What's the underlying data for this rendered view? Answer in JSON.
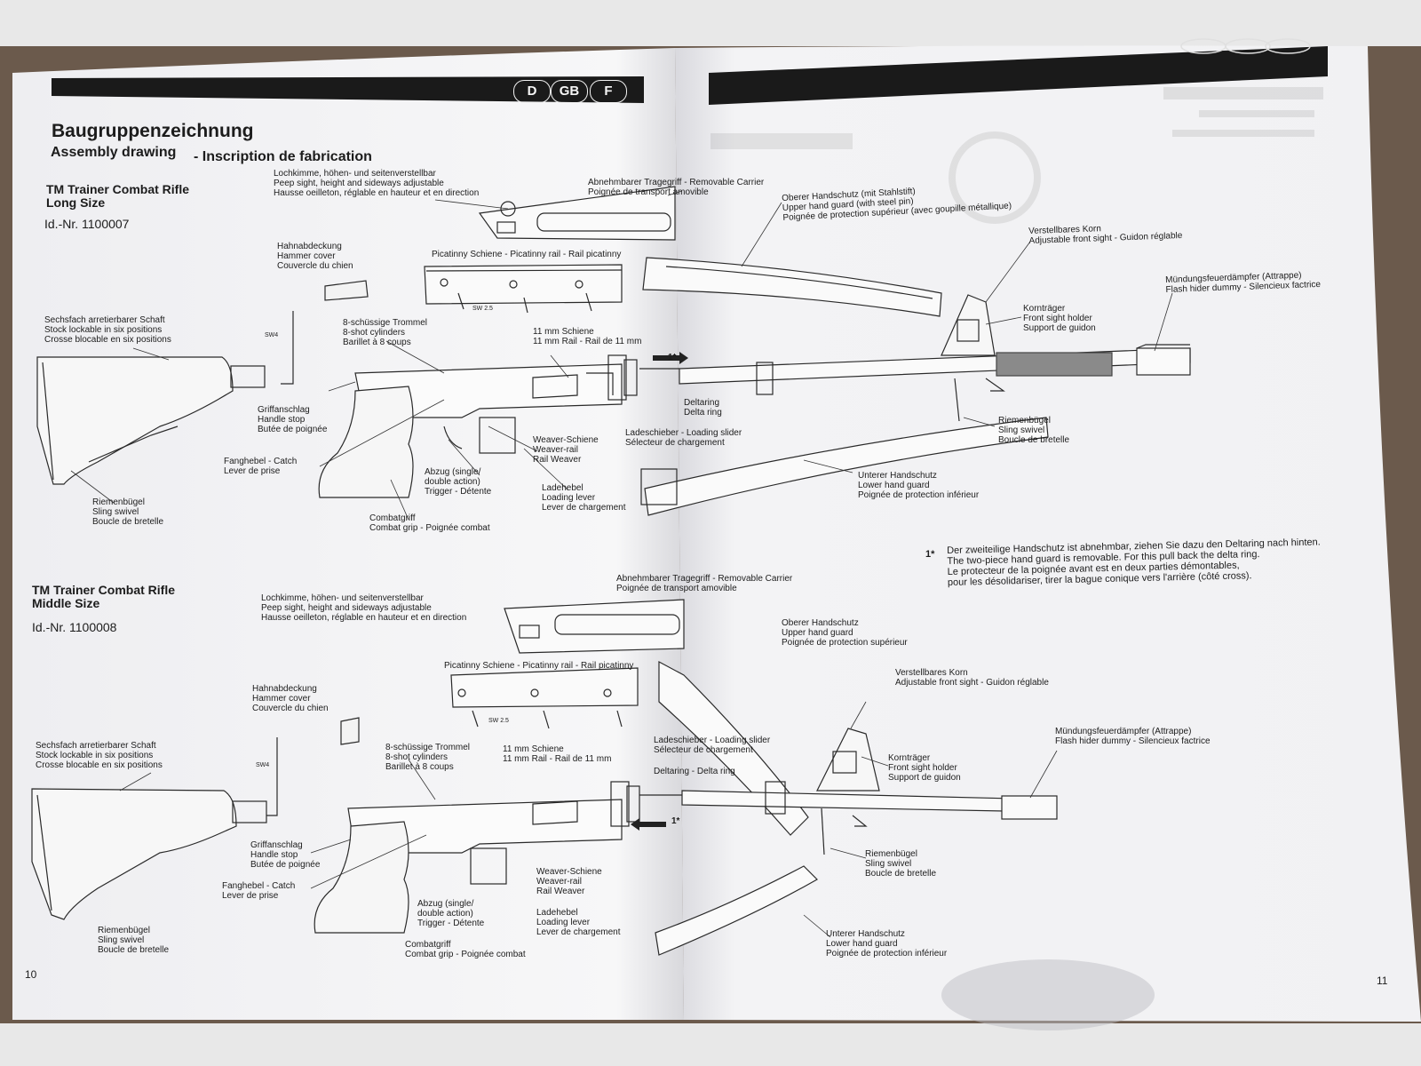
{
  "left_page": {
    "language_badges": [
      "D",
      "GB",
      "F"
    ],
    "title": "Baugruppenzeichnung",
    "subtitle_en": "Assembly drawing",
    "subtitle_fr": "- Inscription de fabrication",
    "page_number": "10",
    "long_model": {
      "name_line1": "TM Trainer Combat Rifle",
      "name_line2": "Long Size",
      "id": "Id.-Nr. 1100007"
    },
    "middle_model": {
      "name_line1": "TM Trainer Combat Rifle",
      "name_line2": "Middle Size",
      "id": "Id.-Nr. 1100008"
    }
  },
  "right_page": {
    "page_number": "11",
    "note_marker": "1*",
    "note_lines": [
      "Der zweiteilige Handschutz ist abnehmbar, ziehen Sie dazu den Deltaring nach hinten.",
      "The two-piece hand guard is removable. For this pull back the delta ring.",
      "Le protecteur de la poignée avant est en deux parties démontables,",
      "pour les désolidariser, tirer la bague conique vers l'arrière (côté cross)."
    ]
  },
  "labels": {
    "peep_sight": [
      "Lochkimme, höhen- und seitenverstellbar",
      "Peep sight, height and sideways adjustable",
      "Hausse oeilleton, réglable en hauteur et en direction"
    ],
    "carrier_top": [
      "Abnehmbarer Tragegriff - Removable Carrier",
      "Poignée de transport amovible"
    ],
    "hammer_cover": [
      "Hahnabdeckung",
      "Hammer cover",
      "Couvercle du chien"
    ],
    "picatinny": "Picatinny Schiene - Picatinny rail - Rail picatinny",
    "stock": [
      "Sechsfach arretierbarer Schaft",
      "Stock lockable in six positions",
      "Crosse blocable en six positions"
    ],
    "drum": [
      "8-schüssige Trommel",
      "8-shot cylinders",
      "Barillet à 8 coups"
    ],
    "rail_11": [
      "11 mm Schiene",
      "11 mm Rail - Rail de 11 mm"
    ],
    "handle_stop": [
      "Griffanschlag",
      "Handle stop",
      "Butée de poignée"
    ],
    "catch": [
      "Fanghebel - Catch",
      "Lever de prise"
    ],
    "trigger": [
      "Abzug (single/",
      "double action)",
      "Trigger - Détente"
    ],
    "weaver": [
      "Weaver-Schiene",
      "Weaver-rail",
      "Rail Weaver"
    ],
    "loading_lever": [
      "Ladehebel",
      "Loading lever",
      "Lever de chargement"
    ],
    "combat_grip": [
      "Combatgriff",
      "Combat grip - Poignée combat"
    ],
    "sling_swivel": [
      "Riemenbügel",
      "Sling swivel",
      "Boucle de bretelle"
    ],
    "loading_slider": [
      "Ladeschieber - Loading slider",
      "Sélecteur de chargement"
    ],
    "delta_ring": [
      "Deltaring",
      "Delta ring"
    ],
    "delta_ring_inline": "Deltaring - Delta ring",
    "upper_guard_long": [
      "Oberer Handschutz (mit Stahlstift)",
      "Upper hand guard (with steel pin)",
      "Poignée de protection supérieur (avec goupille métallique)"
    ],
    "upper_guard": [
      "Oberer Handschutz",
      "Upper hand guard",
      "Poignée de protection supérieur"
    ],
    "front_sight": [
      "Verstellbares Korn",
      "Adjustable front sight - Guidon réglable"
    ],
    "sight_holder": [
      "Kornträger",
      "Front sight holder",
      "Support de guidon"
    ],
    "flash_hider": [
      "Mündungsfeuerdämpfer (Attrappe)",
      "Flash hider dummy - Silencieux factrice"
    ],
    "lower_guard": [
      "Unterer Handschutz",
      "Lower hand guard",
      "Poignée de protection inférieur"
    ],
    "arrow_marker": "1*",
    "sw4": "SW4",
    "sw25": "SW 2.5"
  },
  "colors": {
    "page": "#f4f4f6",
    "banner": "#1a1a1a",
    "ink": "#2a2a2a",
    "table": "#6b5a4c"
  }
}
